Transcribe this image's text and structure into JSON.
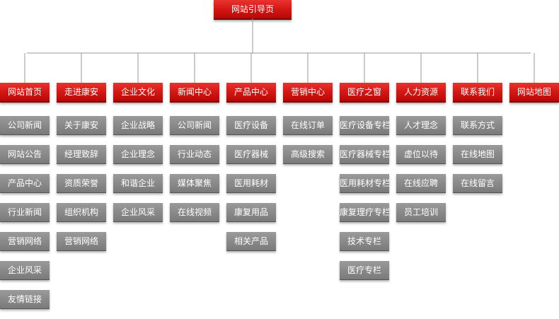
{
  "root": {
    "label": "网站引导页"
  },
  "categories": [
    {
      "label": "网站首页",
      "items": [
        "公司新闻",
        "网站公告",
        "产品中心",
        "行业新闻",
        "营销网络",
        "企业风采",
        "友情链接"
      ]
    },
    {
      "label": "走进康安",
      "items": [
        "关于康安",
        "经理致辞",
        "资质荣誉",
        "组织机构",
        "营销网络"
      ]
    },
    {
      "label": "企业文化",
      "items": [
        "企业战略",
        "企业理念",
        "和谐企业",
        "企业风采"
      ]
    },
    {
      "label": "新闻中心",
      "items": [
        "公司新闻",
        "行业动态",
        "媒体聚焦",
        "在线视频"
      ]
    },
    {
      "label": "产品中心",
      "items": [
        "医疗设备",
        "医疗器械",
        "医用耗材",
        "康复用品",
        "相关产品"
      ]
    },
    {
      "label": "营销中心",
      "items": [
        "在线订单",
        "高级搜索"
      ]
    },
    {
      "label": "医疗之窗",
      "items": [
        "医疗设备专栏",
        "医疗器械专栏",
        "医用耗材专栏",
        "康复理疗专栏",
        "技术专栏",
        "医疗专栏"
      ]
    },
    {
      "label": "人力资源",
      "items": [
        "人才理念",
        "虚位以待",
        "在线应聘",
        "员工培训"
      ]
    },
    {
      "label": "联系我们",
      "items": [
        "联系方式",
        "在线地图",
        "在线留言"
      ]
    },
    {
      "label": "网站地图",
      "items": []
    }
  ],
  "colors": {
    "node_red": "#d11511",
    "node_gray": "#888888",
    "connector": "#999999"
  }
}
